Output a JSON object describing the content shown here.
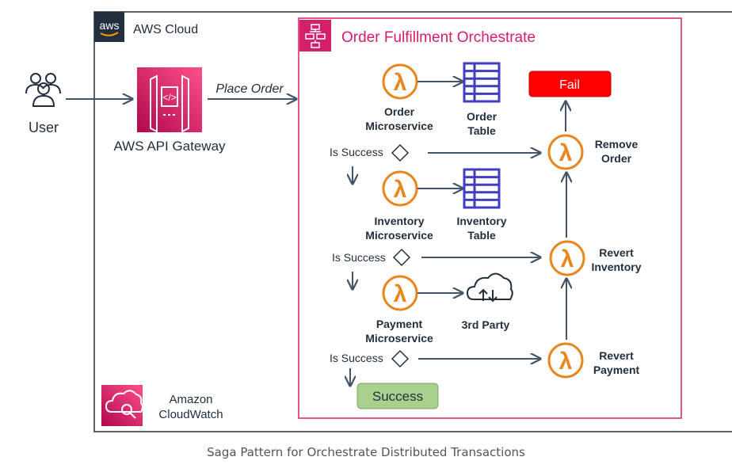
{
  "user": {
    "label": "User"
  },
  "cloud": {
    "label": "AWS Cloud",
    "logo_text": "aws"
  },
  "gateway": {
    "label": "AWS API Gateway",
    "edge_label": "Place Order"
  },
  "orchestrator": {
    "title": "Order Fulfillment Orchestrate"
  },
  "services": [
    {
      "line1": "Order",
      "line2": "Microservice"
    },
    {
      "line1": "Inventory",
      "line2": "Microservice"
    },
    {
      "line1": "Payment",
      "line2": "Microservice"
    }
  ],
  "targets": [
    {
      "line1": "Order",
      "line2": "Table"
    },
    {
      "line1": "Inventory",
      "line2": "Table"
    },
    {
      "line1": "3rd Party",
      "line2": ""
    }
  ],
  "checks": [
    "Is Success",
    "Is Success",
    "Is Success"
  ],
  "compensations": [
    {
      "line1": "Remove",
      "line2": "Order"
    },
    {
      "line1": "Revert",
      "line2": "Inventory"
    },
    {
      "line1": "Revert",
      "line2": "Payment"
    }
  ],
  "fail": {
    "label": "Fail",
    "color": "#ff0000"
  },
  "success": {
    "label": "Success",
    "color": "#a9d18e"
  },
  "cloudwatch": {
    "line1": "Amazon",
    "line2": "CloudWatch"
  },
  "caption": "Saga Pattern for Orchestrate Distributed Transactions",
  "colors": {
    "lambda": "#e8871e",
    "table": "#3f3fbf",
    "pink": "#d4206a",
    "arrow": "#44546a"
  },
  "icons": [
    "users-icon",
    "api-gateway-icon",
    "step-functions-icon",
    "lambda-icon",
    "dynamodb-table-icon",
    "cloud-upload-download-icon",
    "cloudwatch-icon"
  ]
}
